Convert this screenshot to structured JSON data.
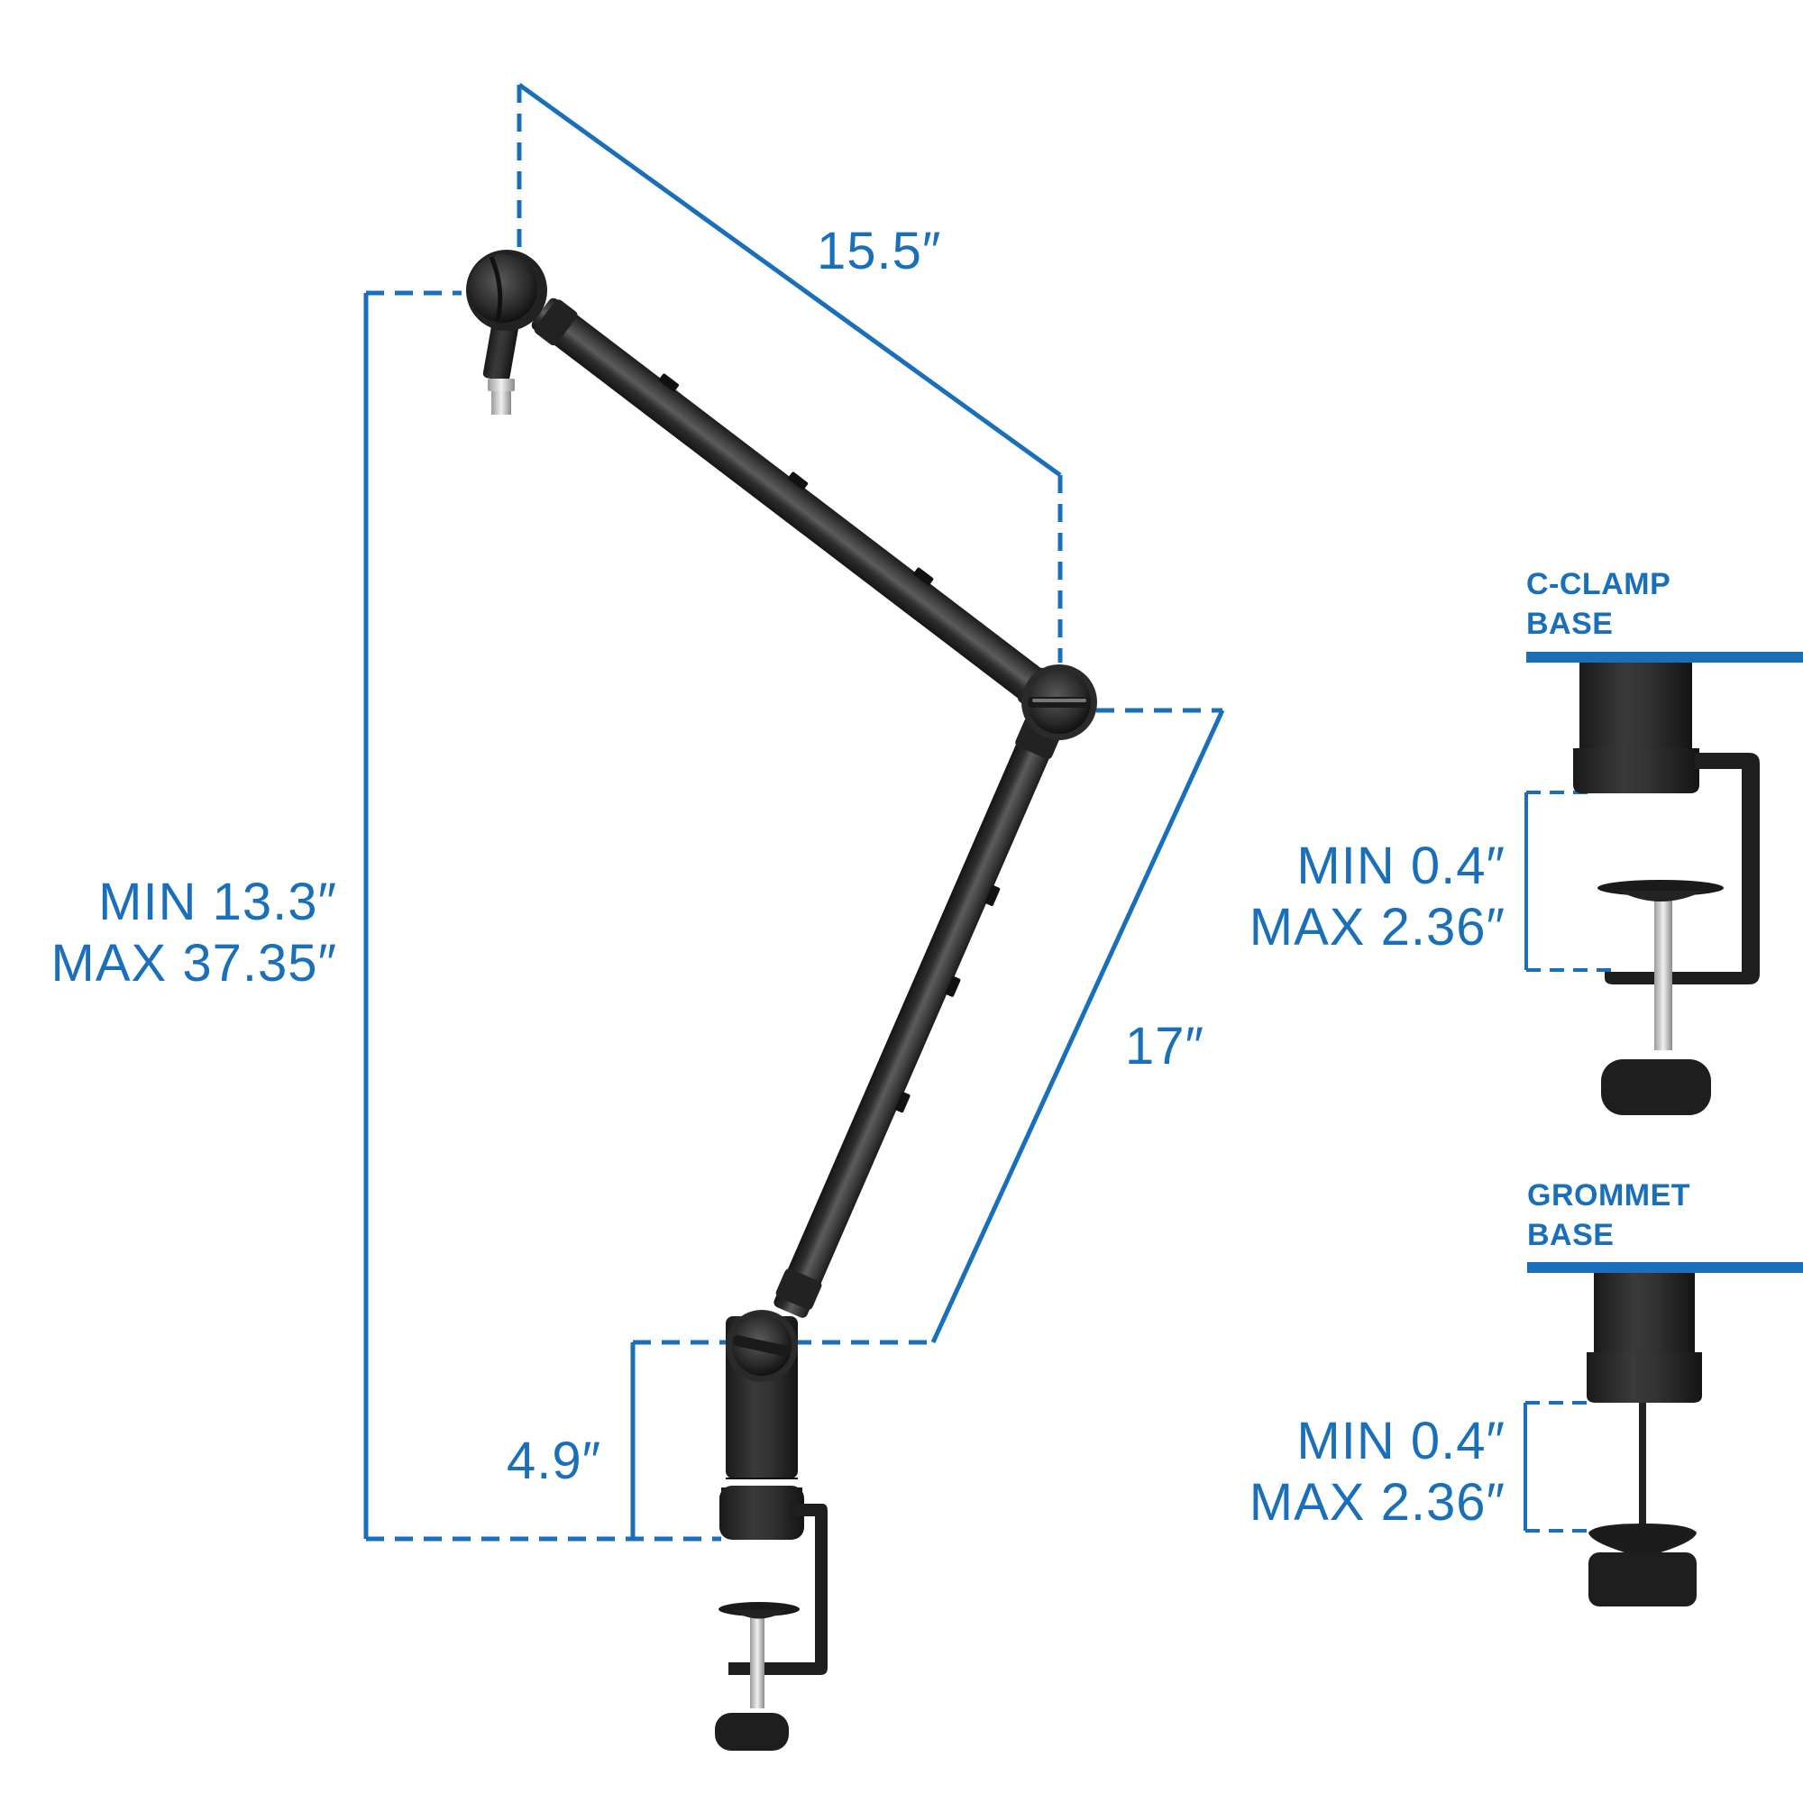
{
  "accent_color": "#1a6fba",
  "arm_color": "#2b2b2b",
  "dimensions": {
    "upper_arm_length": "15.5″",
    "lower_arm_length": "17″",
    "riser_height": "4.9″",
    "overall_height_min": "MIN 13.3″",
    "overall_height_max": "MAX 37.35″"
  },
  "bases": [
    {
      "title_line1": "C-CLAMP",
      "title_line2": "BASE",
      "clamp_min": "MIN 0.4″",
      "clamp_max": "MAX 2.36″"
    },
    {
      "title_line1": "GROMMET",
      "title_line2": "BASE",
      "clamp_min": "MIN 0.4″",
      "clamp_max": "MAX 2.36″"
    }
  ]
}
